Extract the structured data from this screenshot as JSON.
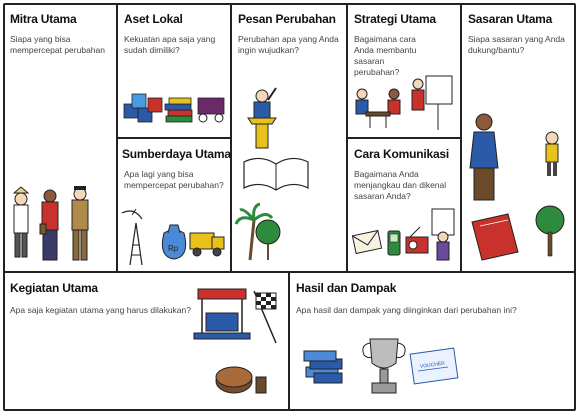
{
  "blocks": {
    "mitra": {
      "title": "Mitra Utama",
      "desc": "Siapa yang bisa mempercepat perubahan"
    },
    "aset": {
      "title": "Aset Lokal",
      "desc": "Kekuatan apa saja yang sudah dimiliki?"
    },
    "sumberdaya": {
      "title": "Sumberdaya Utama",
      "desc": "Apa lagi yang bisa mempercepat perubahan?"
    },
    "pesan": {
      "title": "Pesan Perubahan",
      "desc": "Perubahan apa yang Anda ingin wujudkan?"
    },
    "strategi": {
      "title": "Strategi Utama",
      "desc": "Bagaimana cara Anda membantu sasaran perubahan?"
    },
    "komunikasi": {
      "title": "Cara Komunikasi",
      "desc": "Bagaimana Anda menjangkau dan dikenal sasaran Anda?"
    },
    "sasaran": {
      "title": "Sasaran Utama",
      "desc": "Siapa sasaran yang Anda dukung/bantu?"
    },
    "kegiatan": {
      "title": "Kegiatan Utama",
      "desc": "Apa saja kegiatan utama yang harus dilakukan?"
    },
    "hasil": {
      "title": "Hasil dan Dampak",
      "desc": "Apa hasil dan dampak yang diinginkan dari perubahan ini?"
    }
  },
  "icons": {
    "mitra": [
      "farmer-figure-icon",
      "woman-figure-icon",
      "official-figure-icon"
    ],
    "aset": [
      "social-media-tiles-icon",
      "book-stack-icon",
      "cart-icon"
    ],
    "sumberdaya": [
      "satellite-tower-icon",
      "money-bag-icon",
      "truck-icon"
    ],
    "pesan": [
      "speaker-at-podium-icon",
      "open-book-icon",
      "palm-tree-icon",
      "round-tree-icon"
    ],
    "strategi": [
      "presenter-board-icon",
      "people-at-table-icon"
    ],
    "komunikasi": [
      "envelope-icon",
      "phone-icon",
      "radio-icon",
      "poster-person-icon"
    ],
    "sasaran": [
      "woman-figure-icon",
      "child-figure-icon",
      "red-book-icon",
      "tree-icon"
    ],
    "kegiatan": [
      "stage-icon",
      "checkered-flag-icon",
      "drum-icon"
    ],
    "hasil": [
      "cash-stack-icon",
      "trophy-icon",
      "certificate-icon"
    ]
  },
  "money_label": "Rp",
  "certificate_label": "VOUCHER",
  "colors": {
    "line": "#222222",
    "title": "#111111",
    "desc": "#444444",
    "red": "#c8312c",
    "blue": "#2a5aa8",
    "green": "#2e8b3e",
    "yellow": "#e8c21a"
  }
}
